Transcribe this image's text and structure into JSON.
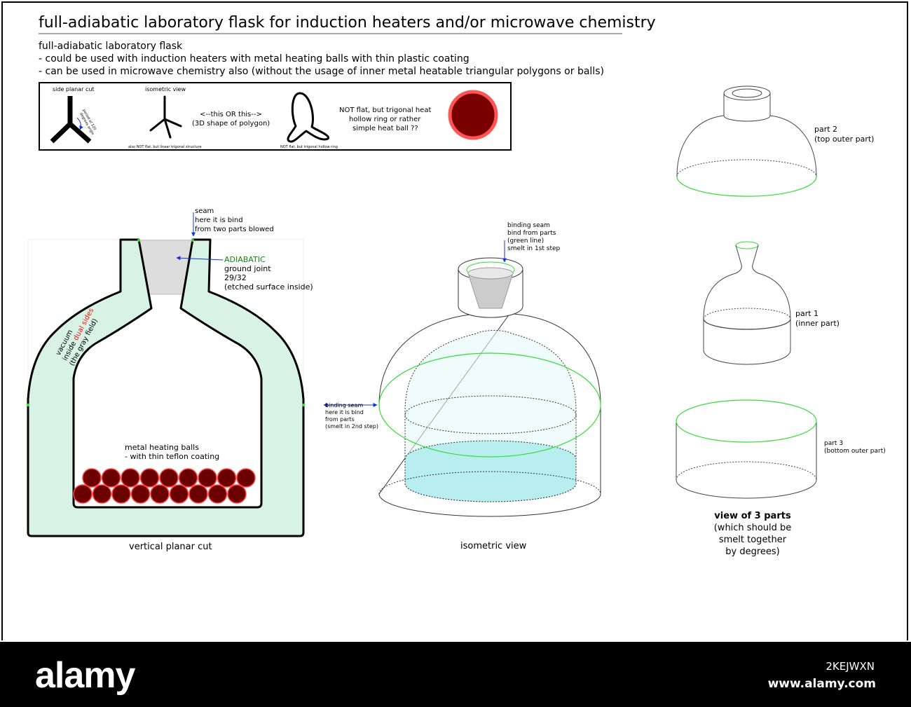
{
  "title": "full-adiabatic laboratory flask for induction heaters and/or microwave chemistry",
  "intro": {
    "line1": "full-adiabatic laboratory flask",
    "line2": "- could be used with induction heaters with metal heating balls with thin plastic coating",
    "line3": "- can be used in microwave chemistry also  (without the usage of inner metal heatable triangular polygons or balls)"
  },
  "legend": {
    "side_cut_label": "side planar cut",
    "angle_note_1": "period of 120",
    "angle_note_2": "degrees angle",
    "iso_label": "isometric view",
    "or_line1": "<--this OR this-->",
    "or_line2": "(3D shape of polygon)",
    "linear_note": "also NOT flat, but linear trigonal structure",
    "ring_note": "NOT flat, but trigonal  hollow ring",
    "heat_line1": "NOT flat, but trigonal heat",
    "heat_line2": "hollow ring or rather",
    "heat_line3": "simple heat ball ??"
  },
  "cut": {
    "seam_1": "seam",
    "seam_2": "here it is bind",
    "seam_3": "from two parts blowed",
    "adiabatic": "ADIABATIC",
    "joint_1": "ground joint",
    "joint_2": "29/32",
    "joint_3": "(etched surface inside)",
    "vac_1": "vacuum",
    "vac_2a": "inside ",
    "vac_2b": "dual sides",
    "vac_3": "(the gray field)",
    "balls_1": "metal heating balls",
    "balls_2": "- with thin teflon coating",
    "caption": "vertical planar cut",
    "seam2_1": "binding seam",
    "seam2_2": "here it is bind",
    "seam2_3": "from parts",
    "seam2_4": "(smelt in 2nd step)"
  },
  "iso": {
    "seam_1": "binding seam",
    "seam_2": "bind from parts",
    "seam_3": "(green line)",
    "seam_4": "smelt in 1st step",
    "caption": "isometric view"
  },
  "parts": {
    "p2_1": "part 2",
    "p2_2": "(top outer part)",
    "p1_1": "part 1",
    "p1_2": "(inner part)",
    "p3_1": "part 3",
    "p3_2": "(bottom outer part)",
    "view_title": "view of 3 parts",
    "view_2": "(which should be",
    "view_3": "smelt together",
    "view_4": "by degrees)"
  },
  "footer": {
    "logo": "alamy",
    "image_id": "2KEJWXN",
    "url": "www.alamy.com"
  },
  "colors": {
    "glass_fill": "#d8f3e6",
    "joint_fill": "#dddddd",
    "ball_fill": "#6b0000",
    "ball_edge": "#ff4444",
    "seam_green": "#33dd33",
    "arrow_blue": "#1133dd",
    "adiabatic_green": "#118811",
    "accent_red": "#ee1111",
    "water_cyan": "#b8eef0"
  }
}
